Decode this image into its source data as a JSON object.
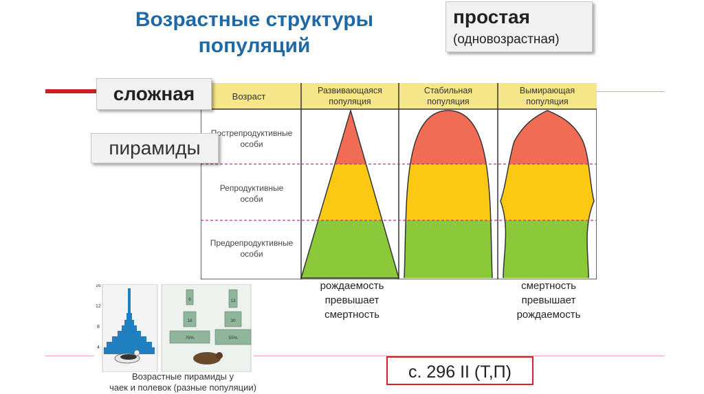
{
  "slide": {
    "title": "Возрастные структуры популяций",
    "simple_box": {
      "heading": "простая",
      "subtitle": "(одновозрастная)"
    },
    "complex_label": "сложная",
    "pyramids_label": "пирамиды",
    "birth_note": [
      "рождаемость",
      "превышает",
      "смертность"
    ],
    "death_note": [
      "смертность",
      "превышает",
      "рождаемость"
    ],
    "reference": "с. 296 II (Т,П)",
    "caption": [
      "Возрастные пирамиды у",
      "чаек и полевок (разные популяции)"
    ]
  },
  "chart_data": {
    "type": "table",
    "header_color": "#f6e68a",
    "column_header": "Возраст",
    "columns": [
      {
        "name": [
          "Развивающаяся",
          "популяция"
        ]
      },
      {
        "name": [
          "Стабильная",
          "популяция"
        ]
      },
      {
        "name": [
          "Вымирающая",
          "популяция"
        ]
      }
    ],
    "rows": [
      {
        "name": [
          "Пострепродуктивные",
          "особи"
        ],
        "color": "#f06c55"
      },
      {
        "name": [
          "Репродуктивные",
          "особи"
        ],
        "color": "#fbc814"
      },
      {
        "name": [
          "Предрепродуктивные",
          "особи"
        ],
        "color": "#8bc83a"
      }
    ]
  },
  "mini_charts": {
    "gull_axis_ticks": [
      "16",
      "12",
      "8",
      "4"
    ],
    "vole_values": [
      "6",
      "13",
      "18",
      "30",
      "76%",
      "55%"
    ]
  }
}
